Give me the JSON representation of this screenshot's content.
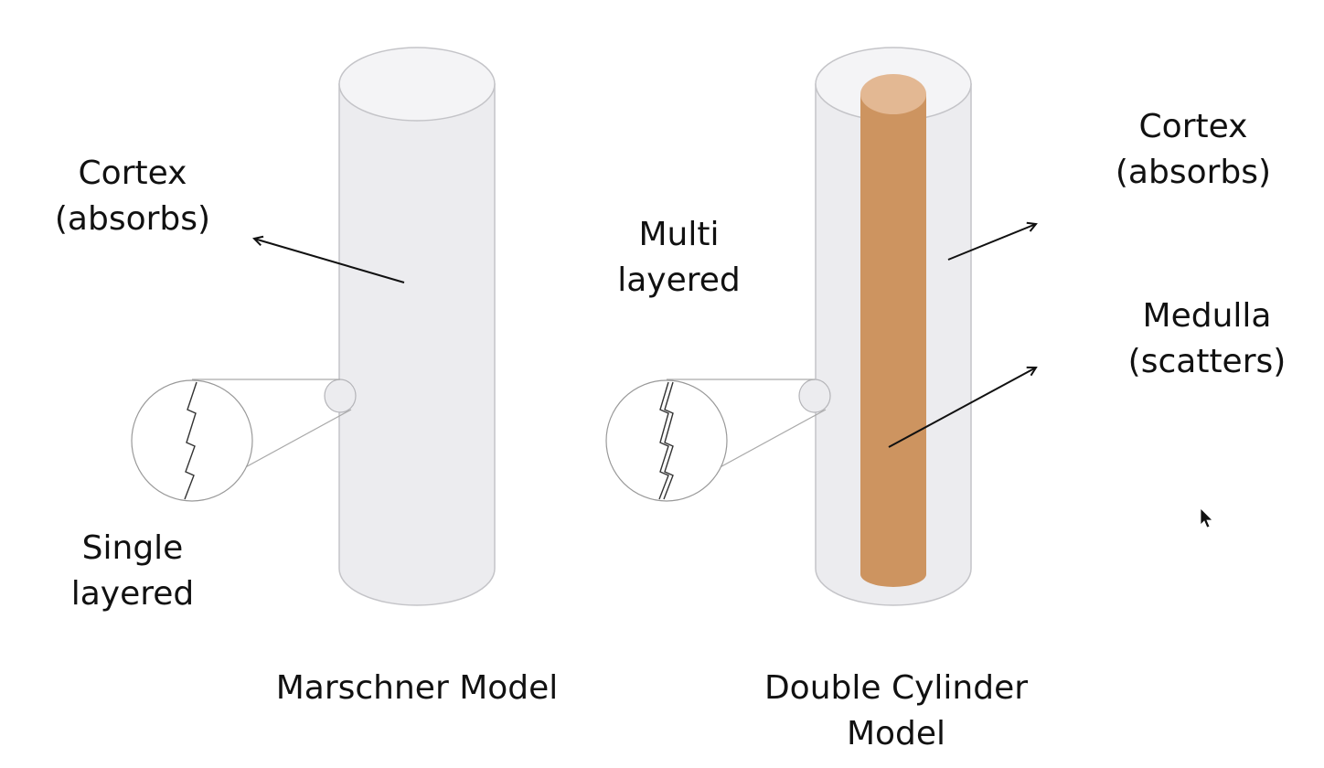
{
  "left_model": {
    "title": "Marschner Model",
    "cortex_label": {
      "line1": "Cortex",
      "line2": "(absorbs)"
    },
    "layer_label": {
      "line1": "Single",
      "line2": "layered"
    }
  },
  "right_model": {
    "title": {
      "line1": "Double Cylinder",
      "line2": "Model"
    },
    "cortex_label": {
      "line1": "Cortex",
      "line2": "(absorbs)"
    },
    "medulla_label": {
      "line1": "Medulla",
      "line2": "(scatters)"
    },
    "layer_label": {
      "line1": "Multi",
      "line2": "layered"
    }
  },
  "colors": {
    "cortex_fill": "#ececef",
    "cortex_top": "#f4f4f6",
    "cylinder_stroke": "#c4c4c8",
    "medulla_fill": "#cd9460",
    "medulla_top": "#e3b893",
    "arrow": "#111111",
    "text": "#111111"
  },
  "icons": [
    "mouse-cursor-icon"
  ]
}
